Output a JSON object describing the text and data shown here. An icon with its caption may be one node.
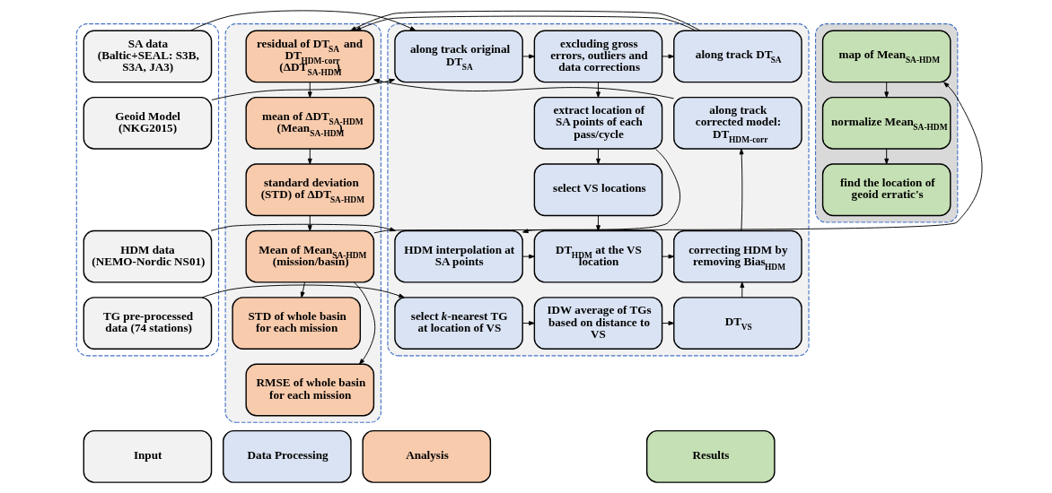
{
  "diagram": {
    "nodes": [
      {
        "text": [],
        "shape": "box"
      },
      {
        "text": [
          "SA data",
          "(Baltic+SEAL: S3B, S3A, JA3)"
        ],
        "in": 0
      },
      {
        "text": [
          "Geoid Model",
          "(NKG2015)"
        ],
        "in": 0
      },
      {
        "text": [
          "HDM data",
          "(NEMO-Nordic NS01)"
        ],
        "in": 0
      },
      {
        "text": [
          "TG pre-processed data (74 stations)"
        ],
        "in": 0
      },
      {
        "text": [],
        "shape": "box"
      },
      {
        "text": [
          "along track original DT$_{SA}$"
        ],
        "in": 5
      },
      {
        "text": [
          "excluding gross errors, outliers and data corrections"
        ],
        "in": 5
      },
      {
        "text": [
          "along track DT$_{SA}$"
        ],
        "in": 5
      },
      {
        "text": [
          "extract location of SA points of each pass/cycle"
        ],
        "in": 5
      },
      {
        "text": [
          "along track corrected model: DT$_{HDM-corr}$"
        ],
        "in": 5
      },
      {
        "text": [
          "select VS locations"
        ],
        "in": 5
      },
      {
        "text": [
          "HDM interpolation at SA points"
        ],
        "in": 5
      },
      {
        "text": [
          "DT$_{HDM}$ at the VS location"
        ],
        "in": 5
      },
      {
        "text": [
          "correcting HDM by removing Bias$_{HDM}$"
        ],
        "in": 5
      },
      {
        "text": [
          "select *k*-nearest TG at location of VS"
        ],
        "in": 5
      },
      {
        "text": [
          "IDW average of TGs based on distance to VS"
        ],
        "in": 5
      },
      {
        "text": [
          "DT$_{VS}$"
        ],
        "in": 5
      },
      {
        "text": [],
        "shape": "box"
      },
      {
        "text": [
          "residual of DT$_{SA}$ and DT$_{HDM-corr}$ (ΔDT$_{SA-HDM}$)"
        ],
        "in": 18
      },
      {
        "text": [
          "mean of ΔDT$_{SA-HDM}$ (Mean$_{SA-HDM}$)"
        ],
        "in": 18
      },
      {
        "text": [
          "standard deviation (STD) of ΔDT$_{SA-HDM}$"
        ],
        "in": 18
      },
      {
        "text": [
          "Mean of Mean$_{SA-HDM}$ (mission/basin)"
        ],
        "in": 18
      },
      {
        "text": [
          "STD of whole basin for each mission"
        ],
        "in": 18
      },
      {
        "text": [
          "RMSE of whole basin for each mission"
        ],
        "in": 18
      },
      {
        "text": [],
        "shape": "box"
      },
      {
        "text": [
          "map of Mean$_{SA-HDM}$"
        ],
        "in": 25
      },
      {
        "text": [
          "normalize Mean$_{SA-HDM}$"
        ],
        "in": 25
      },
      {
        "text": [
          "find the location of geoid erratic's"
        ],
        "in": 25
      },
      {
        "text": [
          "Input"
        ]
      },
      {
        "text": [
          "Data Processing"
        ]
      },
      {
        "text": [
          "Analysis"
        ]
      },
      {
        "text": [
          "Results"
        ]
      }
    ],
    "edges": [
      {
        "from": 1,
        "to": 6,
        "arrow": "to"
      },
      {
        "from": 2,
        "to": 6,
        "arrow": "to"
      },
      {
        "from": 6,
        "to": 7,
        "arrow": "to"
      },
      {
        "from": 7,
        "to": 8,
        "arrow": "to"
      },
      {
        "from": 7,
        "to": 9,
        "arrow": "to"
      },
      {
        "from": 9,
        "to": 11,
        "arrow": "to"
      },
      {
        "from": 9,
        "to": 12,
        "arrow": "to"
      },
      {
        "from": 11,
        "to": 13,
        "arrow": "to"
      },
      {
        "from": 3,
        "to": 12,
        "arrow": "to"
      },
      {
        "from": 12,
        "to": 13,
        "arrow": "to"
      },
      {
        "from": 13,
        "to": 14,
        "arrow": "to"
      },
      {
        "from": 4,
        "to": 15,
        "arrow": "to"
      },
      {
        "from": 15,
        "to": 16,
        "arrow": "to"
      },
      {
        "from": 16,
        "to": 17,
        "arrow": "to"
      },
      {
        "from": 17,
        "to": 14,
        "arrow": "to"
      },
      {
        "from": 14,
        "to": 10,
        "arrow": "to"
      },
      {
        "from": 8,
        "to": 19,
        "arrow": "to"
      },
      {
        "from": 10,
        "to": 19,
        "arrow": "to"
      },
      {
        "from": 19,
        "to": 20,
        "arrow": "to"
      },
      {
        "from": 20,
        "to": 21,
        "arrow": "to"
      },
      {
        "from": 21,
        "to": 22,
        "arrow": "to"
      },
      {
        "from": 22,
        "to": 23,
        "arrow": "to"
      },
      {
        "from": 22,
        "to": 24,
        "arrow": "to"
      },
      {
        "from": 22,
        "to": 26,
        "arrow": "to"
      },
      {
        "from": 26,
        "to": 27,
        "arrow": "to"
      },
      {
        "from": 27,
        "to": 28,
        "arrow": "to"
      }
    ]
  }
}
